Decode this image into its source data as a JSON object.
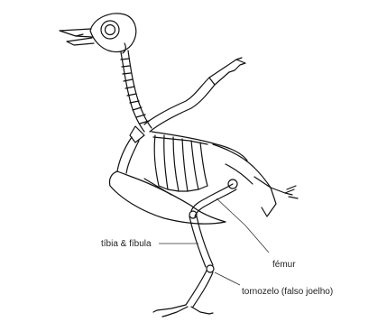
{
  "labels": {
    "tibia_fibula": "tíbia & fíbula",
    "femur": "fémur",
    "ankle": "tornozelo (falso joelho)"
  },
  "colors": {
    "background": "#ffffff",
    "ink": "#111111",
    "label_text": "#222222",
    "leader_line": "#333333"
  }
}
